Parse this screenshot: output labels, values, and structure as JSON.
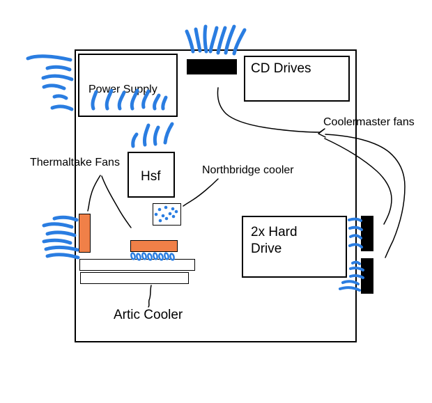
{
  "colors": {
    "airflow_blue": "#2A7DE1",
    "component_orange": "#F08048",
    "fan_black": "#000000",
    "line_black": "#000000",
    "background": "#FFFFFF"
  },
  "components": {
    "power_supply": {
      "label": "Power Supply"
    },
    "cd_drives": {
      "label": "CD Drives"
    },
    "hsf": {
      "label": "Hsf"
    },
    "hard_drives": {
      "label": "2x Hard\nDrive"
    }
  },
  "annotations": {
    "thermaltake_fans": {
      "label": "Thermaltake Fans"
    },
    "northbridge_cooler": {
      "label": "Northbridge cooler"
    },
    "coolermaster_fans": {
      "label": "Coolermaster fans"
    },
    "artic_cooler": {
      "label": "Artic Cooler"
    }
  }
}
